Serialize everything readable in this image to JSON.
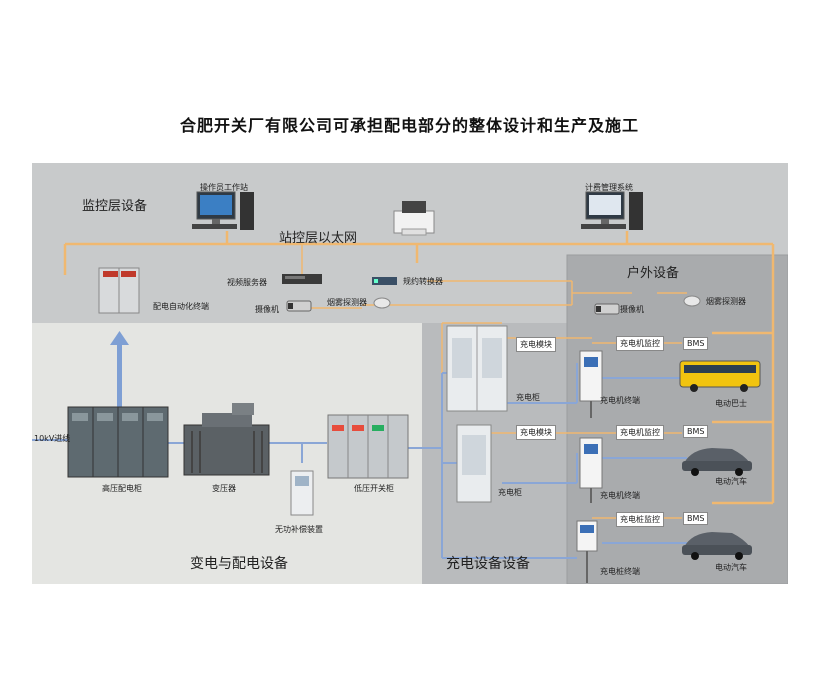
{
  "page_title": "合肥开关厂有限公司可承担配电部分的整体设计和生产及施工",
  "zones": {
    "monitor": "监控层设备",
    "outdoor": "户外设备",
    "substation": "变电与配电设备",
    "charging": "充电设备设备"
  },
  "bus_label": "站控层以太网",
  "labels": {
    "operator_ws": "操作员工作站",
    "billing_sys": "计费管理系统",
    "video_server": "视频服务器",
    "camera": "摄像机",
    "smoke_detector": "烟雾探测器",
    "protocol_converter": "规约转换器",
    "dist_auto_terminal": "配电自动化终端",
    "outdoor_camera": "摄像机",
    "outdoor_smoke": "烟雾探测器",
    "feeder": "10kV进线",
    "hv_cabinet": "高压配电柜",
    "transformer": "变压器",
    "var_comp": "无功补偿装置",
    "lv_switch": "低压开关柜",
    "charge_cab_1": "充电柜",
    "charge_cab_2": "充电柜",
    "charge_module_1": "充电模块",
    "charge_module_2": "充电模块",
    "charger_monitor_1": "充电机监控",
    "charger_monitor_2": "充电机监控",
    "pile_monitor": "充电桩监控",
    "bms_1": "BMS",
    "bms_2": "BMS",
    "bms_3": "BMS",
    "charger_terminal_1": "充电机终端",
    "charger_terminal_2": "充电机终端",
    "pile_terminal": "充电桩终端",
    "e_bus": "电动巴士",
    "e_car_1": "电动汽车",
    "e_car_2": "电动汽车"
  },
  "colors": {
    "bus_line": "#f0b870",
    "power_line": "#8aa6d6",
    "arrow": "#7e9fd4",
    "monitor_bg": "#c8cacb",
    "outdoor_bg": "#a9abad",
    "substation_bg": "#e4e5e2",
    "charging_bg": "#b9bbbd"
  }
}
